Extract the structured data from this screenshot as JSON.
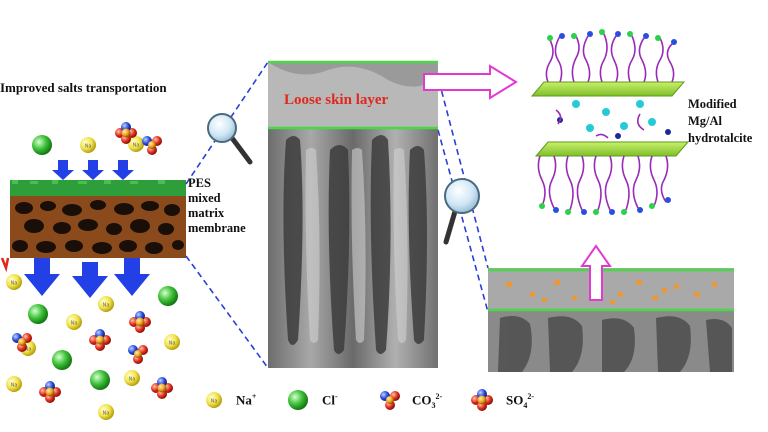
{
  "title": "Improved salts transportation",
  "membrane_label": [
    "PES",
    "mixed",
    "matrix",
    "membrane"
  ],
  "skin_layer_label": "Loose skin layer",
  "modified_label": [
    "Modified",
    "Mg/Al",
    "hydrotalcite"
  ],
  "ion_marker_text": "Na",
  "legend": [
    {
      "id": "na",
      "label": "Na",
      "sup": "+",
      "icon": "yellow-sphere-icon"
    },
    {
      "id": "cl",
      "label": "Cl",
      "sup": "-",
      "icon": "green-sphere-icon"
    },
    {
      "id": "co3",
      "label": "CO",
      "sub": "3",
      "sup": "2-",
      "icon": "co3-cluster-icon"
    },
    {
      "id": "so4",
      "label": "SO",
      "sub": "4",
      "sup": "2-",
      "icon": "so4-cluster-icon"
    }
  ],
  "colors": {
    "flow_arrow": "#2240e6",
    "membrane_top": "#2e9e3a",
    "membrane_body": "#8a4a1c",
    "pore": "#1a0f08",
    "skin_label": "#e0281e",
    "guide_line": "#2a3fd6",
    "sheet": "#9bd83a",
    "callout_arrow": "#e23ad0",
    "sodium": "#f2e24a",
    "chloride": "#3fc23a"
  }
}
